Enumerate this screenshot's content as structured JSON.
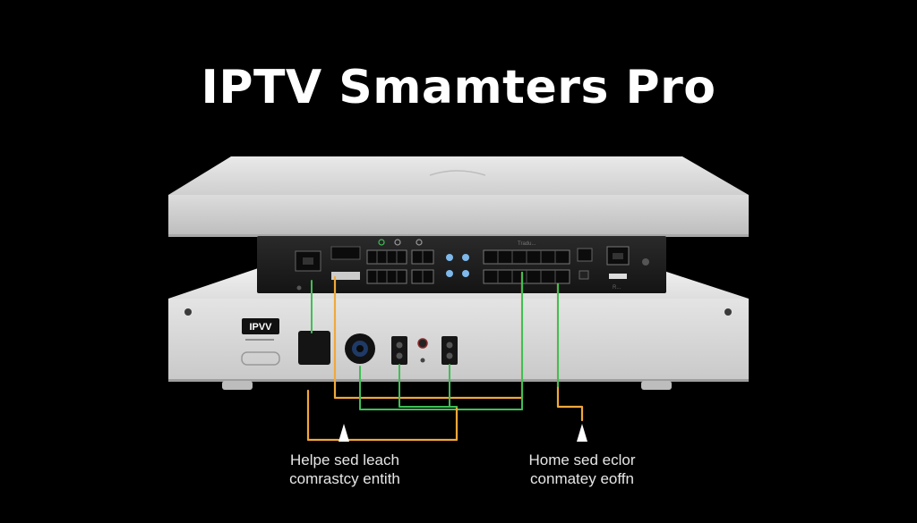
{
  "title": "IPTV Smamters Pro",
  "device": {
    "front_badge": "IPVV",
    "rear_top_label": "Tradu...",
    "rear_left_label": "R..."
  },
  "captions": {
    "left_line1": "Helpe sed leach",
    "left_line2": "comrastcy entith",
    "right_line1": "Home sed eclor",
    "right_line2": "conmatey eoffn"
  },
  "colors": {
    "background": "#000000",
    "device_body": "#d9d9d9",
    "rear_panel": "#1e1e1e",
    "cable_orange": "#f0a83a",
    "cable_green": "#3fbf55"
  }
}
